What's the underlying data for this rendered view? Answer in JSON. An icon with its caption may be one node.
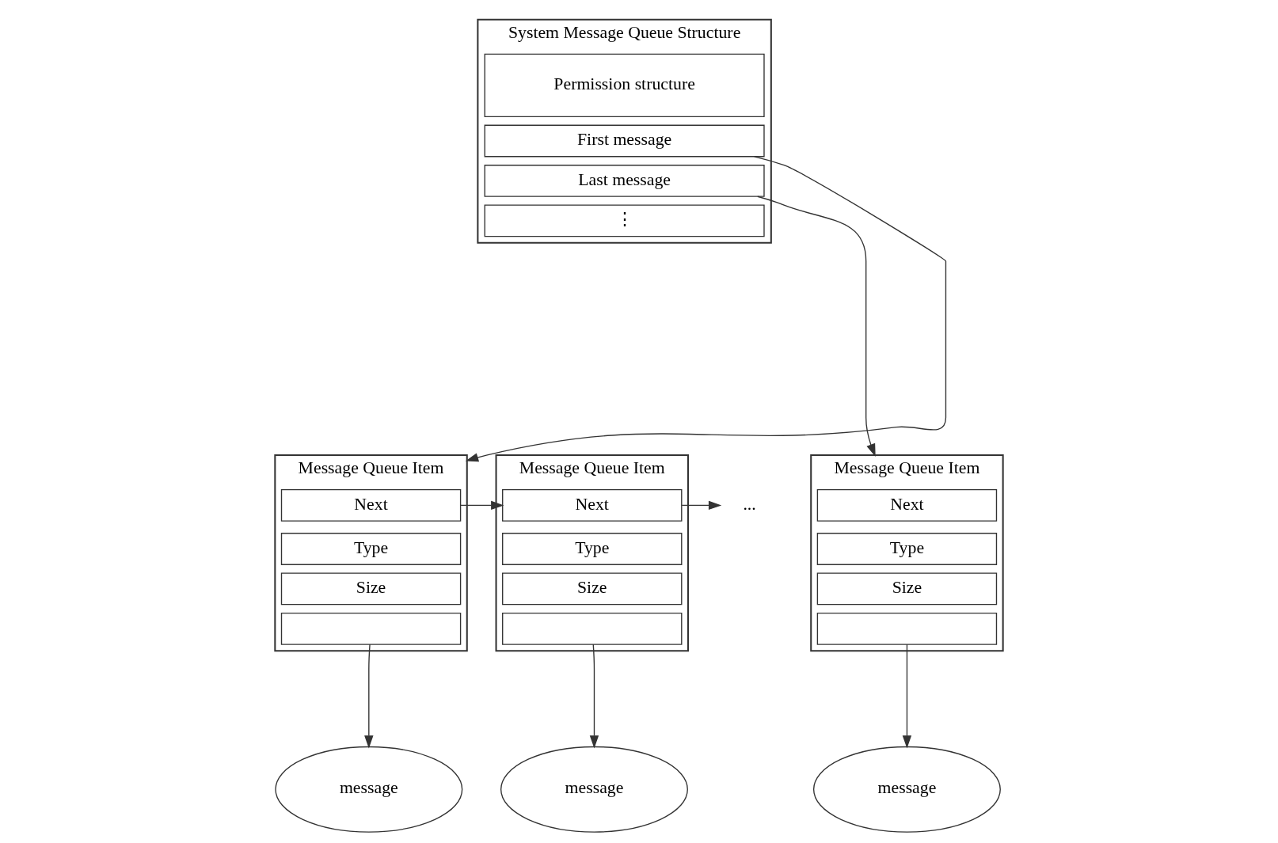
{
  "diagram": {
    "nodes": [
      {
        "text": [
          "System Message Queue Structure"
        ]
      },
      {
        "text": [
          "Permission structure"
        ],
        "in": 0
      },
      {
        "text": [
          "First message"
        ],
        "in": 0
      },
      {
        "text": [
          "Last message"
        ],
        "in": 0
      },
      {
        "text": [
          "⋮"
        ],
        "in": 0
      },
      {
        "text": [
          "Message Queue Item"
        ]
      },
      {
        "text": [
          "Next"
        ],
        "in": 5
      },
      {
        "text": [
          "Type"
        ],
        "in": 5
      },
      {
        "text": [
          "Size"
        ],
        "in": 5
      },
      {
        "text": [],
        "shape": "box",
        "in": 5
      },
      {
        "text": [
          "message"
        ]
      },
      {
        "text": [
          "Message Queue Item"
        ]
      },
      {
        "text": [
          "Next"
        ],
        "in": 11
      },
      {
        "text": [
          "Type"
        ],
        "in": 11
      },
      {
        "text": [
          "Size"
        ],
        "in": 11
      },
      {
        "text": [],
        "shape": "box",
        "in": 11
      },
      {
        "text": [
          "message"
        ]
      },
      {
        "text": [
          "..."
        ]
      },
      {
        "text": [
          "Message Queue Item"
        ]
      },
      {
        "text": [
          "Next"
        ],
        "in": 18
      },
      {
        "text": [
          "Type"
        ],
        "in": 18
      },
      {
        "text": [
          "Size"
        ],
        "in": 18
      },
      {
        "text": [],
        "shape": "box",
        "in": 18
      },
      {
        "text": [
          "message"
        ]
      }
    ],
    "edges": [
      {
        "from": 2,
        "to": 5,
        "arrow": "to"
      },
      {
        "from": 3,
        "to": 18,
        "arrow": "to"
      },
      {
        "from": 6,
        "to": 12,
        "arrow": "to"
      },
      {
        "from": 12,
        "to": 17,
        "arrow": "to"
      },
      {
        "from": 9,
        "to": 10,
        "arrow": "to"
      },
      {
        "from": 15,
        "to": 16,
        "arrow": "to"
      },
      {
        "from": 22,
        "to": 23,
        "arrow": "to"
      }
    ]
  }
}
